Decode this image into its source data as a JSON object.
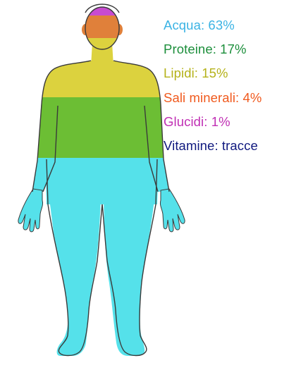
{
  "legend": [
    {
      "label": "Acqua: 63%",
      "color": "#3bb3e4",
      "share": 0.63
    },
    {
      "label": "Proteine: 17%",
      "color": "#1d8f3c",
      "share": 0.17
    },
    {
      "label": "Lipidi: 15%",
      "color": "#b5b21a",
      "share": 0.15
    },
    {
      "label": "Sali minerali: 4%",
      "color": "#f05a1e",
      "share": 0.04
    },
    {
      "label": "Glucidi: 1%",
      "color": "#c02fb4",
      "share": 0.01
    },
    {
      "label": "Vitamine: tracce",
      "color": "#10197f"
    }
  ],
  "body_fill": {
    "glucidi": "#c84bd0",
    "sali_minerali": "#e0803a",
    "lipidi": "#dcd23e",
    "proteine": "#6cbe34",
    "acqua": "#55e1ea"
  },
  "outline_color": "#3a3a3a"
}
